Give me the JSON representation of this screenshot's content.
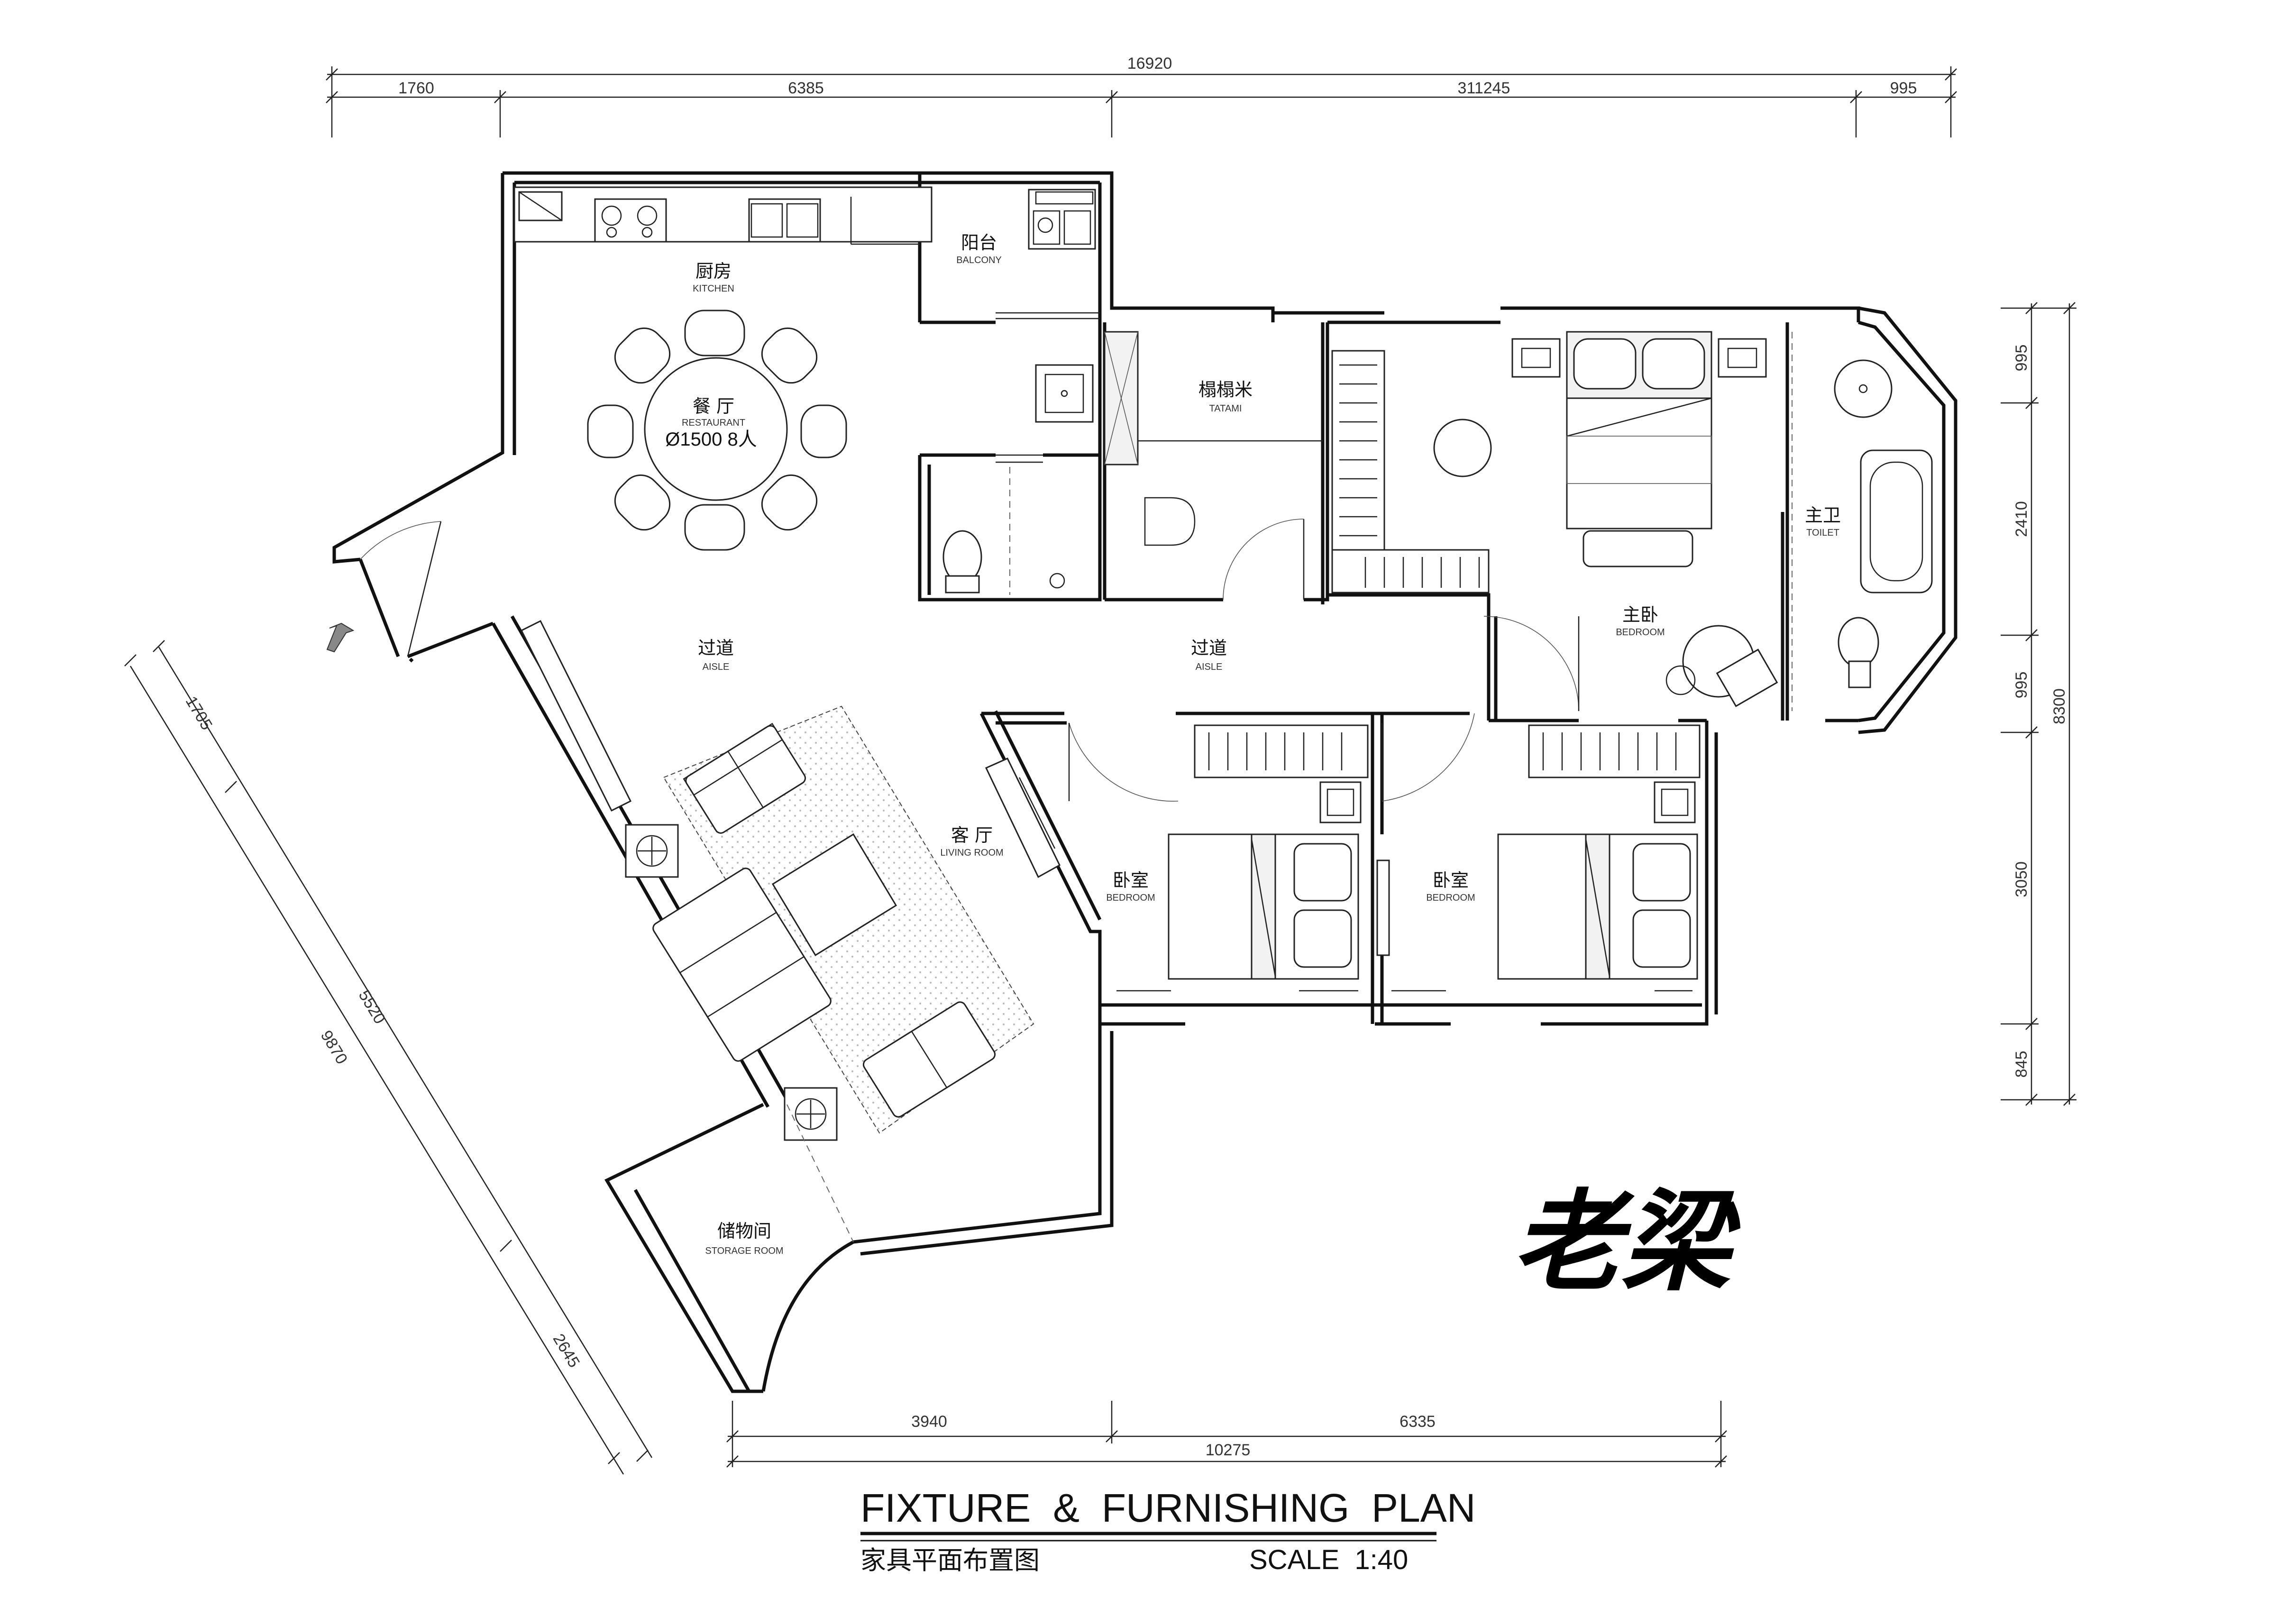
{
  "plan": {
    "title": "FIXTURE  &  FURNISHING  PLAN",
    "subtitle_cn": "家具平面布置图",
    "scale": "SCALE  1:40",
    "signature": "老梁"
  },
  "dimensions": {
    "top_total": "16920",
    "top_segments": [
      "1760",
      "6385",
      "311245",
      "995"
    ],
    "bottom_segments": [
      "3940",
      "6335"
    ],
    "bottom_total": "10275",
    "right_segments": [
      "995",
      "2410",
      "995",
      "3050",
      "845"
    ],
    "right_total": "8300",
    "left_segments": [
      "1705",
      "5520",
      "2645"
    ],
    "left_total": "9870"
  },
  "rooms": {
    "kitchen": {
      "cn": "厨房",
      "en": "KITCHEN"
    },
    "balcony": {
      "cn": "阳台",
      "en": "BALCONY"
    },
    "restaurant": {
      "cn": "餐 厅",
      "en": "RESTAURANT",
      "table": "Ø1500 8人"
    },
    "tatami": {
      "cn": "榻榻米",
      "en": "TATAMI"
    },
    "aisle_left": {
      "cn": "过道",
      "en": "AISLE"
    },
    "aisle_right": {
      "cn": "过道",
      "en": "AISLE"
    },
    "master_bedroom": {
      "cn": "主卧",
      "en": "BEDROOM"
    },
    "master_toilet": {
      "cn": "主卫",
      "en": "TOILET"
    },
    "living_room": {
      "cn": "客 厅",
      "en": "LIVING ROOM"
    },
    "bedroom_1": {
      "cn": "卧室",
      "en": "BEDROOM"
    },
    "bedroom_2": {
      "cn": "卧室",
      "en": "BEDROOM"
    },
    "storage": {
      "cn": "储物间",
      "en": "STORAGE ROOM"
    }
  }
}
